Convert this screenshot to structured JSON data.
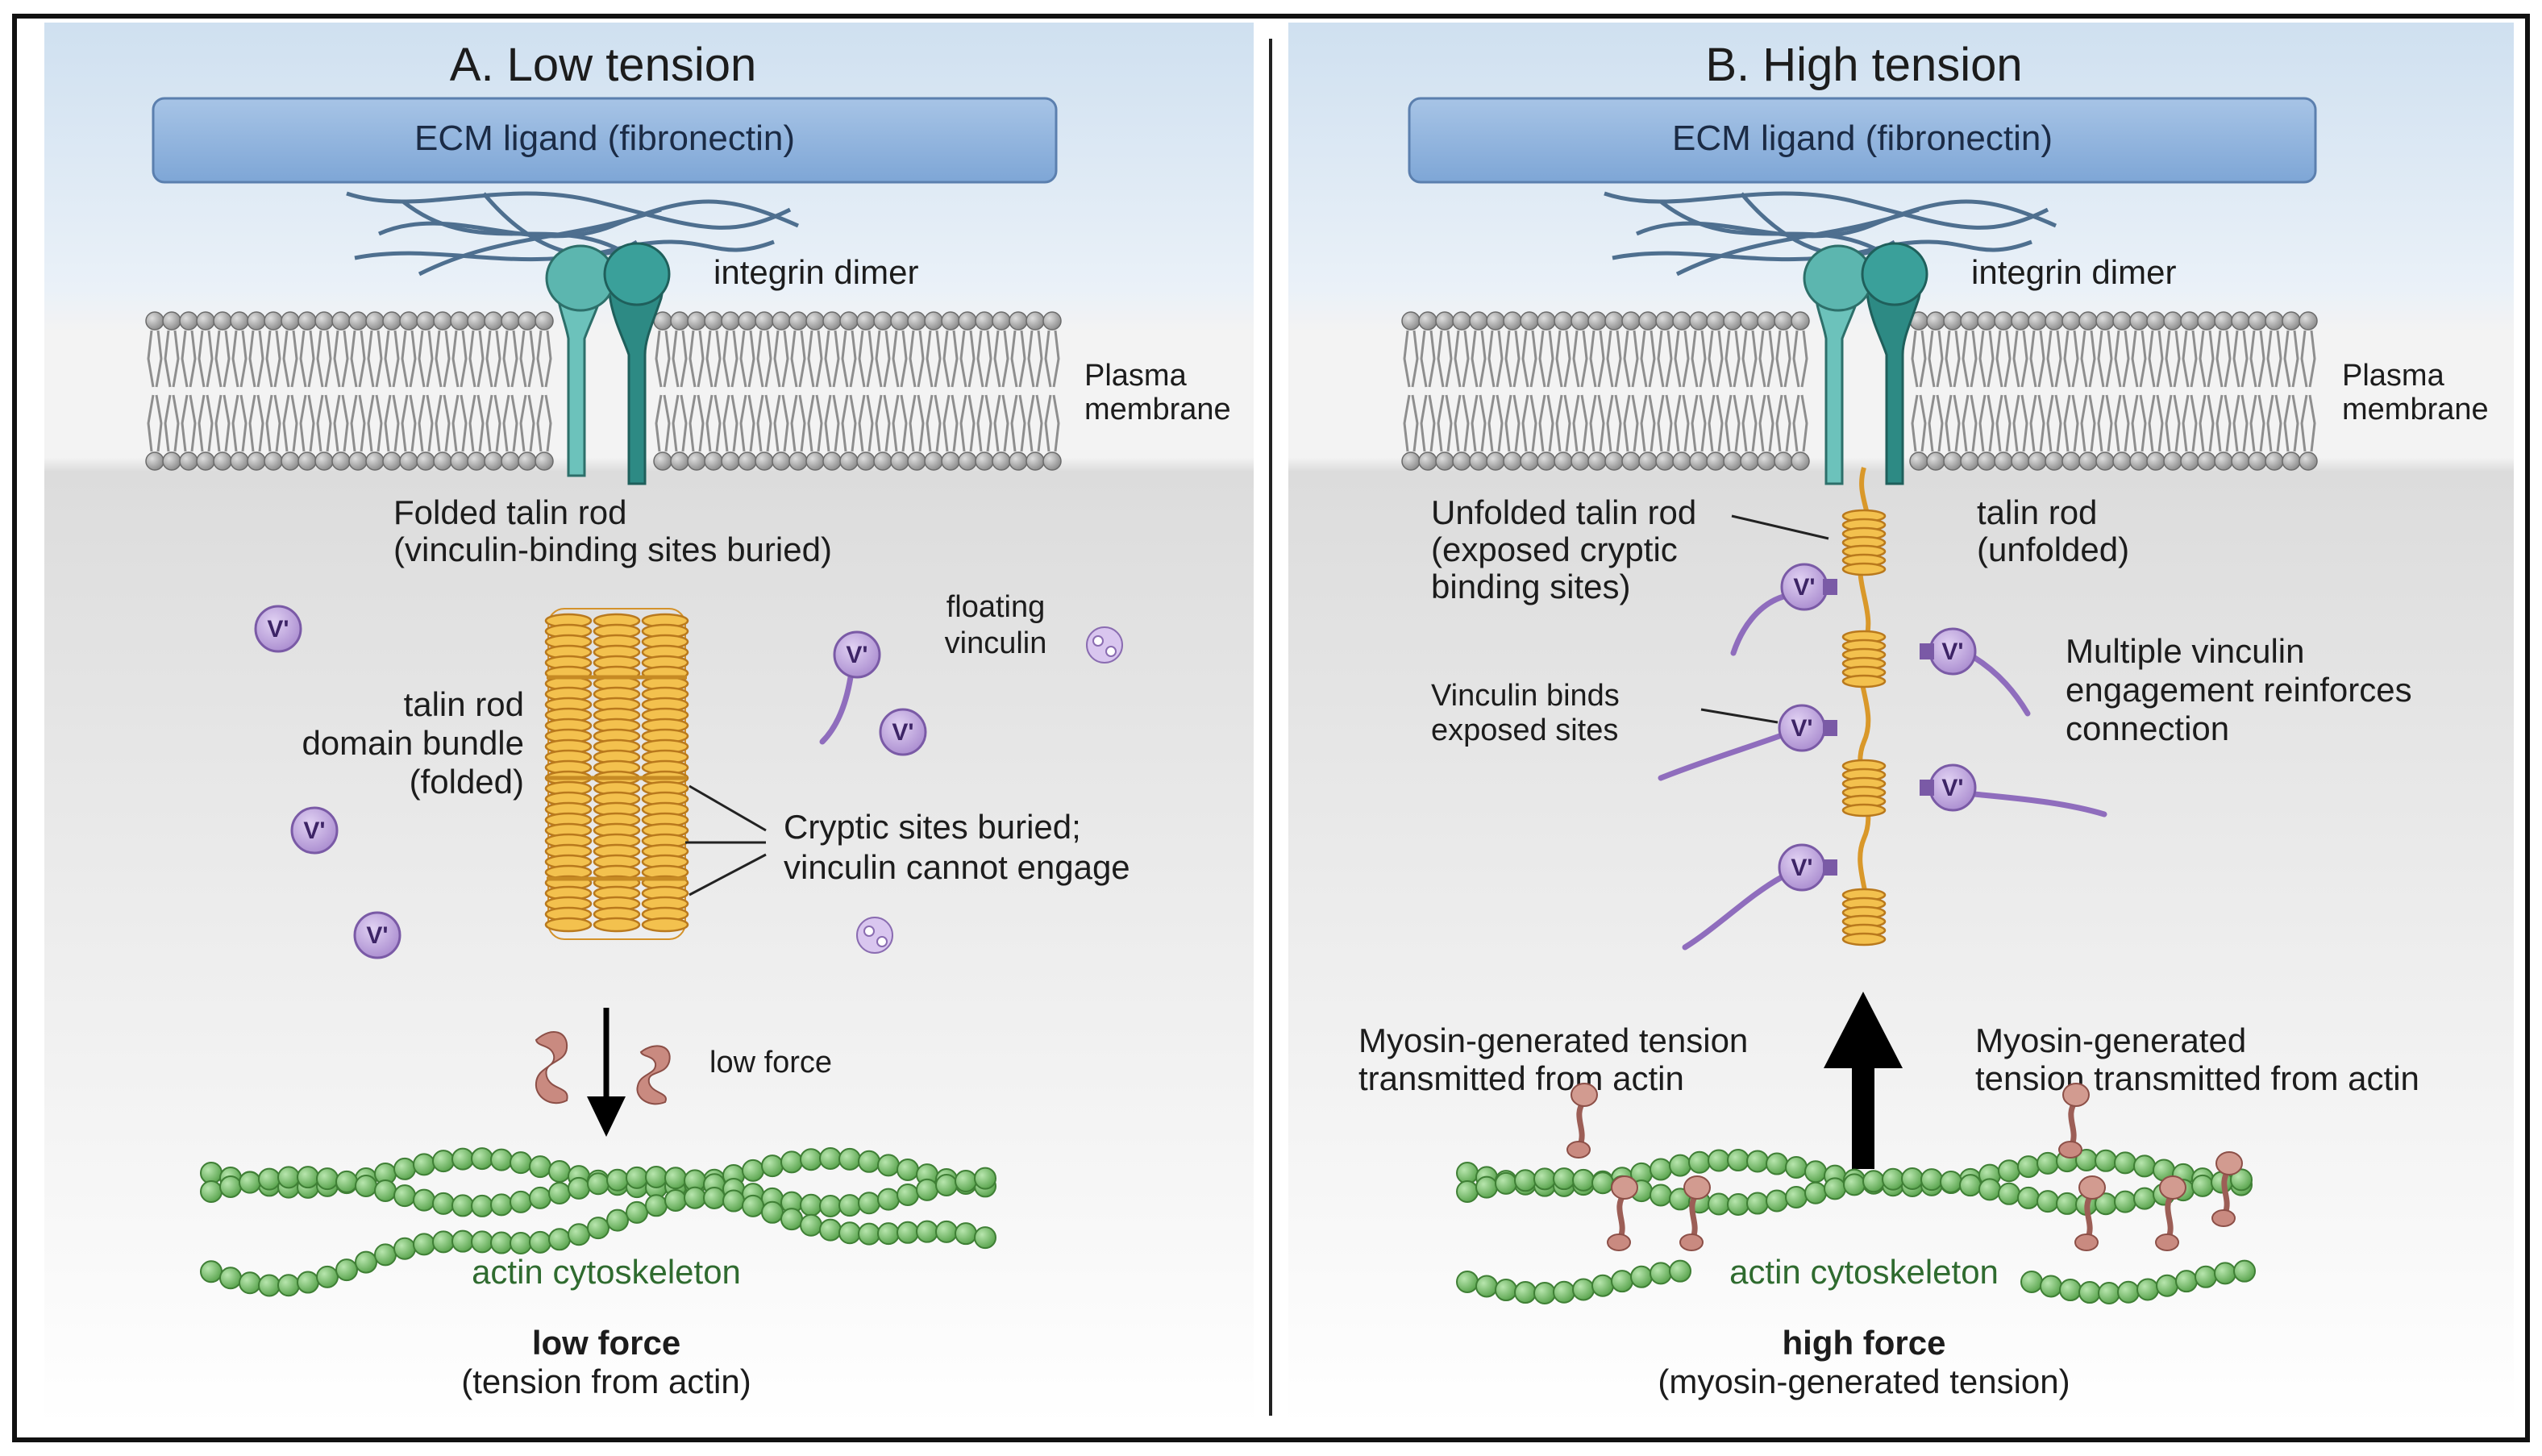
{
  "panels": [
    {
      "id": "a",
      "title": "A. Low tension",
      "ecm_label": "ECM ligand (fibronectin)",
      "integrin_label": "integrin dimer",
      "membrane_label": [
        "Plasma",
        "membrane"
      ],
      "talin_label": [
        "Folded talin rod",
        "(vinculin-binding sites buried)"
      ],
      "bundle_label": [
        "talin rod",
        "domain bundle",
        "(folded)"
      ],
      "floating_label": [
        "floating",
        "vinculin"
      ],
      "cryptic_label": [
        "Cryptic sites buried;",
        "vinculin cannot engage"
      ],
      "force_label": "low force",
      "actin_label": "actin cytoskeleton",
      "bottom_title": "low force",
      "bottom_subtitle": "(tension from actin)",
      "vinculin_glyph": "V'"
    },
    {
      "id": "b",
      "title": "B. High tension",
      "ecm_label": "ECM ligand (fibronectin)",
      "integrin_label": "integrin dimer",
      "membrane_label": [
        "Plasma",
        "membrane"
      ],
      "unfolded_left_label": [
        "Unfolded talin rod",
        "(exposed cryptic",
        "binding sites)"
      ],
      "unfolded_right_label": [
        "talin rod",
        "(unfolded)"
      ],
      "vinculin_binds_label": [
        "Vinculin binds",
        "exposed sites"
      ],
      "multiple_label": [
        "Multiple vinculin",
        "engagement reinforces",
        "connection"
      ],
      "myosin_left_label": [
        "Myosin-generated tension",
        "transmitted from actin"
      ],
      "myosin_right_label": [
        "Myosin-generated",
        "tension transmitted from actin"
      ],
      "actin_label": "actin cytoskeleton",
      "bottom_title": "high force",
      "bottom_subtitle": "(myosin-generated tension)",
      "vinculin_glyph": "V'"
    }
  ],
  "colors": {
    "ecm_bar": "#8fb3dd",
    "ecm_fiber": "#4e6f8f",
    "integrin": "#3f9e98",
    "membrane_head": "#9a9a9a",
    "talin": "#e8a92a",
    "vinculin": "#b79ad8",
    "actin": "#7cc46f",
    "myosin": "#c98a80",
    "arrow": "#000000"
  }
}
